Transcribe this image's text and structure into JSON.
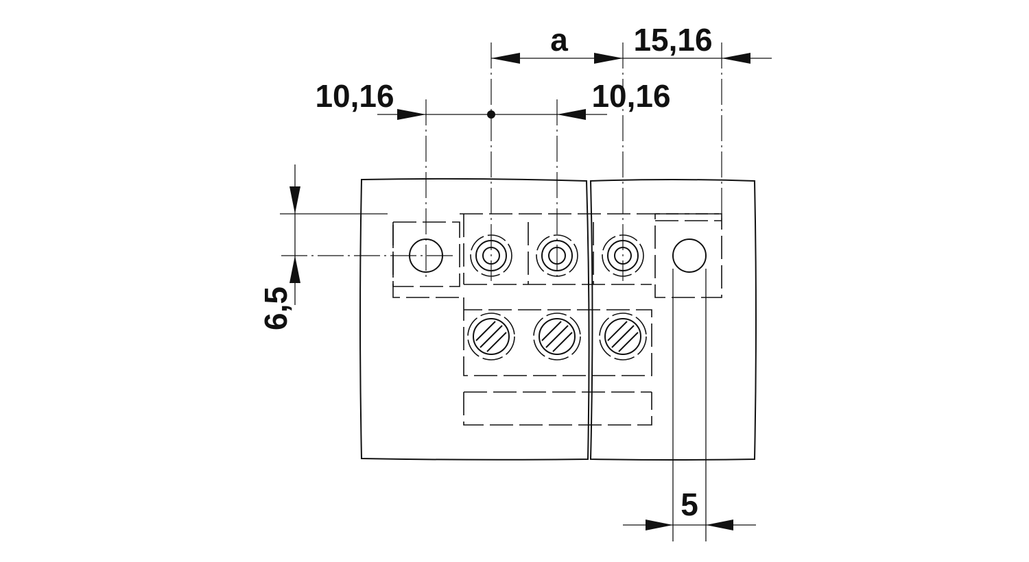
{
  "dimensions": {
    "a": "a",
    "pitch_left": "10,16",
    "pitch_right": "10,16",
    "end_offset": "15,16",
    "height": "6,5",
    "hole_spacing": "5"
  }
}
